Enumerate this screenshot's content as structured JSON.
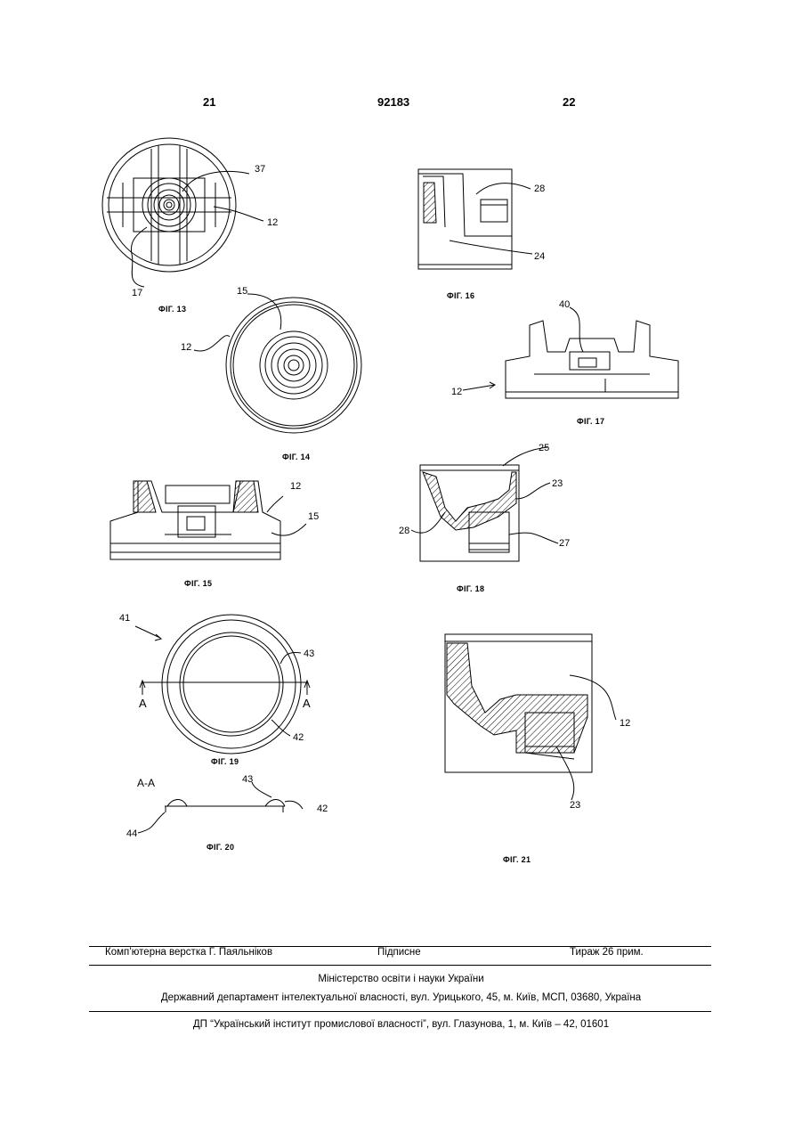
{
  "header": {
    "left_page": "21",
    "patent_number": "92183",
    "right_page": "22"
  },
  "figures": [
    {
      "caption": "ФІГ. 13",
      "refs": [
        "37",
        "12",
        "17"
      ]
    },
    {
      "caption": "ФІГ. 14",
      "refs": [
        "15",
        "12"
      ]
    },
    {
      "caption": "ФІГ. 15",
      "refs": [
        "12",
        "15"
      ]
    },
    {
      "caption": "ФІГ. 16",
      "refs": [
        "28",
        "24"
      ]
    },
    {
      "caption": "ФІГ. 17",
      "refs": [
        "40",
        "12"
      ]
    },
    {
      "caption": "ФІГ. 18",
      "refs": [
        "25",
        "23",
        "28",
        "27"
      ]
    },
    {
      "caption": "ФІГ. 19",
      "refs": [
        "41",
        "43",
        "A",
        "A",
        "42"
      ]
    },
    {
      "caption": "ФІГ. 20",
      "refs": [
        "A-A",
        "43",
        "42",
        "44"
      ]
    },
    {
      "caption": "ФІГ. 21",
      "refs": [
        "12",
        "23"
      ]
    }
  ],
  "footer": {
    "typesetter": "Комп’ютерна верстка Г. Паяльніков",
    "signed": "Підписне",
    "circulation": "Тираж 26 прим.",
    "ministry": "Міністерство освіти і науки України",
    "department": "Державний департамент інтелектуальної власності, вул. Урицького, 45, м. Київ, МСП, 03680, Україна",
    "institute": "ДП “Український інститут промислової власності”, вул. Глазунова, 1, м. Київ – 42, 01601"
  }
}
